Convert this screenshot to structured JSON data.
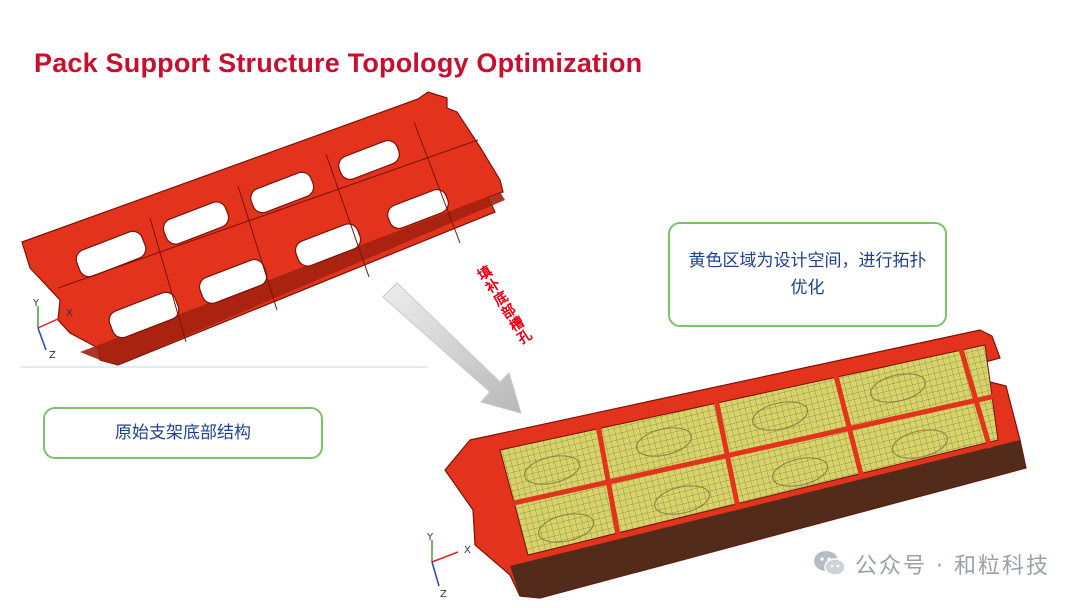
{
  "slide": {
    "title": "Pack Support Structure Topology Optimization",
    "arrow_label": "填补底部槽孔",
    "note_original": "原始支架底部结构",
    "note_design_space": "黄色区域为设计空间，进行拓扑优化",
    "watermark": "公众号 · 和粒科技"
  },
  "triad_top": {
    "y": "Y",
    "x": "X",
    "z": "Z"
  },
  "triad_bottom": {
    "y": "Y",
    "x": "X",
    "z": "Z"
  },
  "colors": {
    "title": "#c8102e",
    "part_red": "#e3331c",
    "design_yellow": "#d8d46a",
    "note_border": "#7cc26a",
    "note_text": "#1f3f8f"
  },
  "icons": {
    "wechat": "wechat-icon"
  }
}
